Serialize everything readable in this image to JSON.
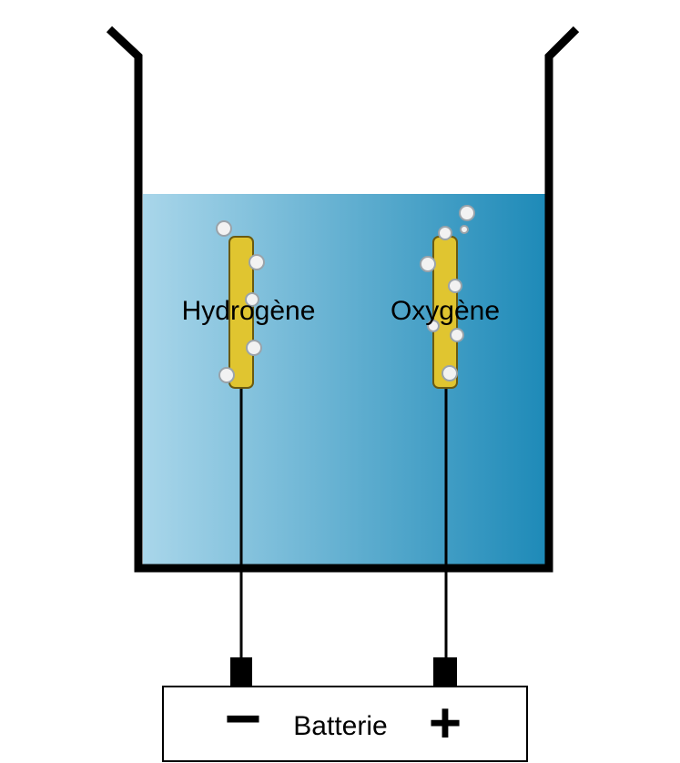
{
  "diagram": {
    "electrodes": [
      {
        "id": "cathode",
        "gas_label": "Hydrogène"
      },
      {
        "id": "anode",
        "gas_label": "Oxygène"
      }
    ],
    "battery": {
      "label": "Batterie",
      "negative_symbol": "−",
      "positive_symbol": "+"
    },
    "colors": {
      "water_light": "#a9d6ea",
      "water_dark": "#1e8ab8",
      "electrode": "#e0c530",
      "electrode_outline": "#6b5a10",
      "bubble": "#f2f2f2",
      "outline": "#000000"
    }
  }
}
